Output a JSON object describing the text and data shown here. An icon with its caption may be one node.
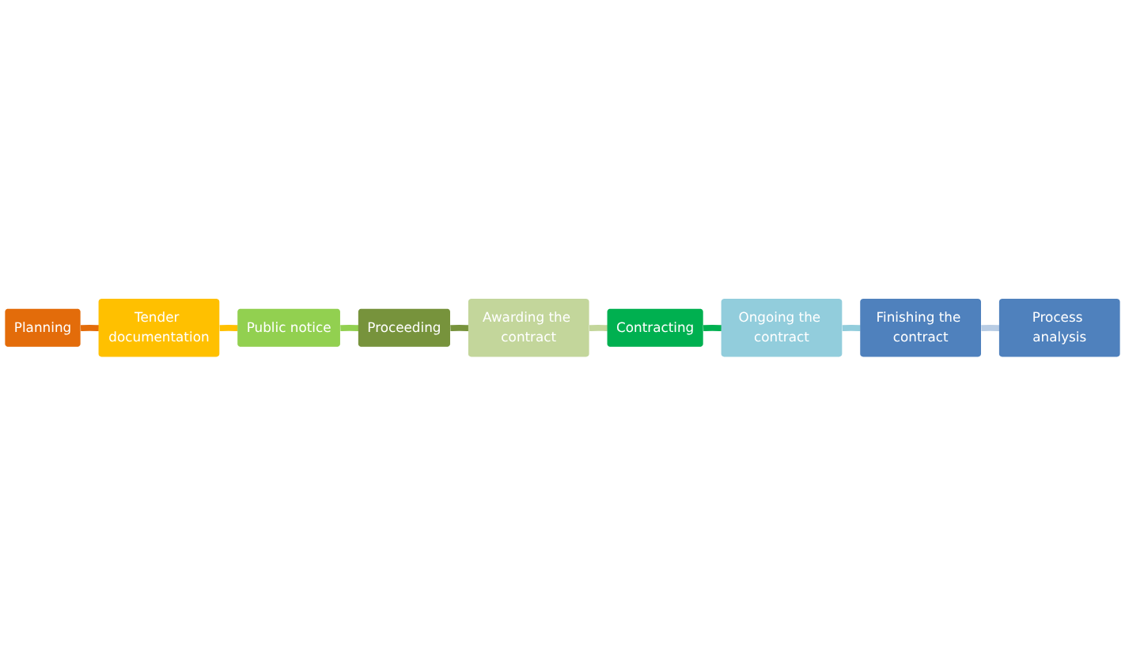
{
  "diagram": {
    "nodes": [
      {
        "text": [
          "Planning"
        ]
      },
      {
        "text": [
          "Tender documentation"
        ]
      },
      {
        "text": [
          "Public notice"
        ]
      },
      {
        "text": [
          "Proceeding"
        ]
      },
      {
        "text": [
          "Awarding the contract"
        ]
      },
      {
        "text": [
          "Contracting"
        ]
      },
      {
        "text": [
          "Ongoing the contract"
        ]
      },
      {
        "text": [
          "Finishing the contract"
        ]
      },
      {
        "text": [
          "Process analysis"
        ]
      }
    ],
    "edges": [
      {
        "from": 0,
        "to": 1,
        "arrow": "none",
        "color": "#e36c0a"
      },
      {
        "from": 1,
        "to": 2,
        "arrow": "none",
        "color": "#ffc000"
      },
      {
        "from": 2,
        "to": 3,
        "arrow": "none",
        "color": "#92d050"
      },
      {
        "from": 3,
        "to": 4,
        "arrow": "none",
        "color": "#77933c"
      },
      {
        "from": 4,
        "to": 5,
        "arrow": "none",
        "color": "#c3d69b"
      },
      {
        "from": 5,
        "to": 6,
        "arrow": "none",
        "color": "#00b050"
      },
      {
        "from": 6,
        "to": 7,
        "arrow": "none",
        "color": "#92cddc"
      },
      {
        "from": 7,
        "to": 8,
        "arrow": "none",
        "color": "#b8cce4"
      }
    ]
  }
}
